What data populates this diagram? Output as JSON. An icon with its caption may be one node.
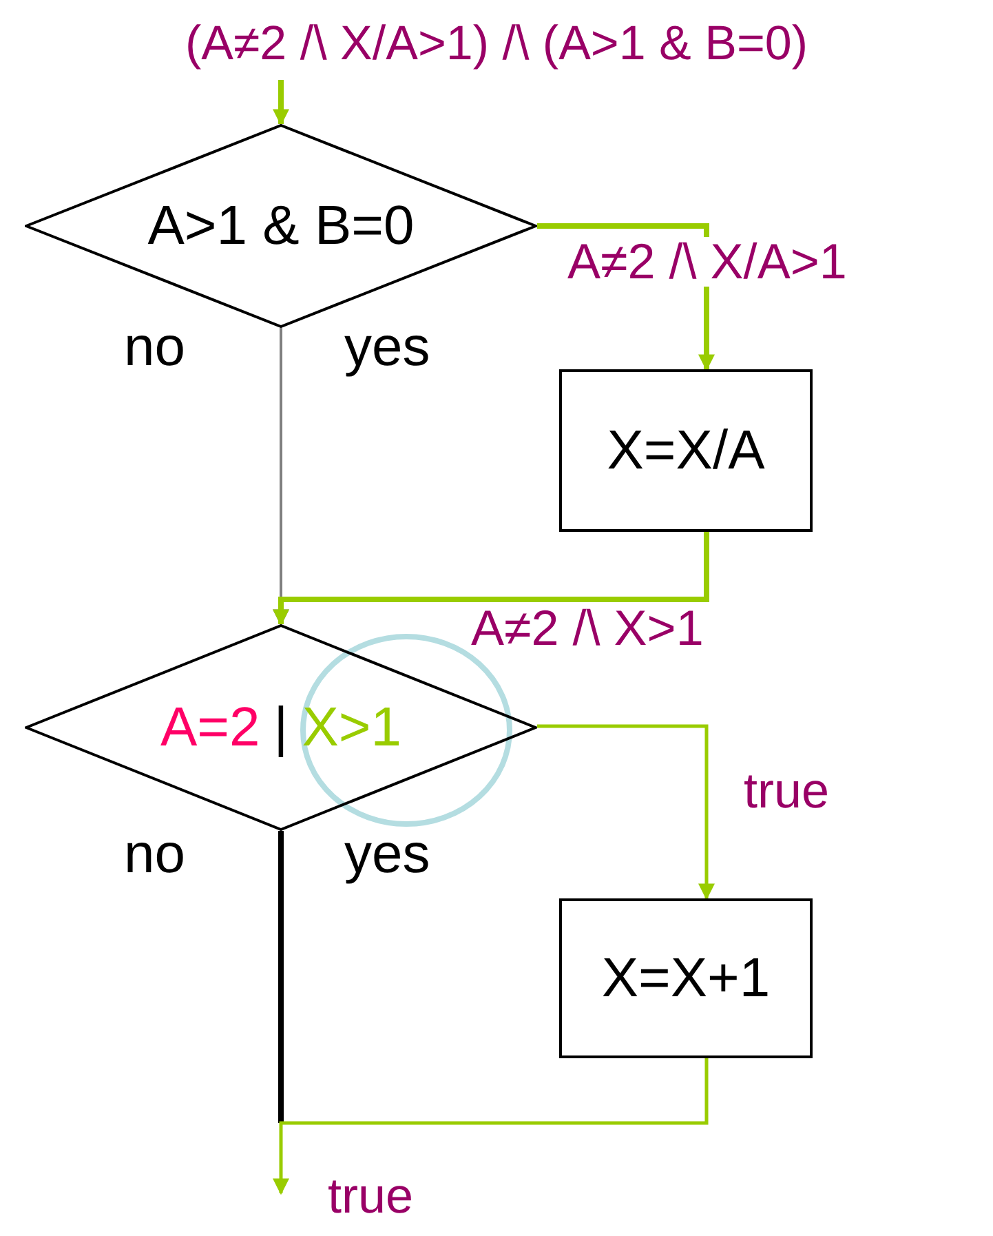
{
  "diagram": {
    "nodes": [
      {
        "text": [
          "(A≠2 /\\ X/A>1) /\\ (A>1 & B=0)"
        ]
      },
      {
        "text": [
          "A>1 & B=0"
        ]
      },
      {
        "text": [
          "X=X/A"
        ]
      },
      {
        "text": [
          "A=2",
          "|",
          "X>1"
        ]
      },
      {
        "text": [
          "X=X+1"
        ]
      }
    ],
    "edges": [
      {
        "from": 0,
        "to": 1,
        "arrow": "to"
      },
      {
        "from": 1,
        "to": 3,
        "arrow": "to",
        "color": "#808080"
      },
      {
        "from": 1,
        "to": 2,
        "arrow": "to",
        "label": "A≠2 /\\ X/A>1"
      },
      {
        "from": 2,
        "to": 3,
        "arrow": "to",
        "label": "A≠2 /\\ X>1"
      },
      {
        "from": 3,
        "to": 4,
        "arrow": "to",
        "label": "true"
      },
      {
        "from": 3,
        "to": null,
        "arrow": "none",
        "color": "#000000"
      },
      {
        "from": 4,
        "to": null,
        "arrow": "to",
        "label": "true"
      }
    ],
    "labels": [
      "no",
      "yes",
      "no",
      "yes"
    ]
  }
}
